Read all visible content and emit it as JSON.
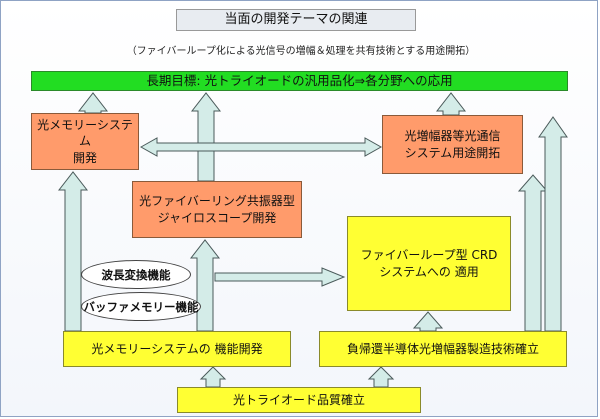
{
  "title": "当面の開発テーマの関連",
  "subtitle": "（ファイバーループ化による光信号の増幅＆処理を共有技術とする用途開拓）",
  "long_term_goal": "長期目標: 光トライオードの汎用品化⇒各分野への応用",
  "boxes": {
    "optical_memory_system_dev": "光メモリーシステム\n開発",
    "optical_amplifier_app": "光増幅器等光通信\nシステム用途開拓",
    "fiber_ring_gyro": "光ファイバーリング共振器型\nジャイロスコープ開発",
    "fiber_loop_crd": "ファイバーループ型 CRD\nシステムへの 適用",
    "optical_memory_function_dev": "光メモリーシステムの 機能開発",
    "negative_feedback_semiconductor": "負帰還半導体光増幅器製造技術確立",
    "triode_quality": "光トライオード品質確立"
  },
  "ellipses": {
    "wavelength_conversion": "波長変換機能",
    "buffer_memory": "バッファメモリー機能"
  },
  "colors": {
    "green": "#22dd22",
    "orange": "#ff9b6b",
    "yellow": "#ffff33",
    "arrow_fill": "#d4ece8",
    "arrow_stroke": "#4a5a5a"
  }
}
